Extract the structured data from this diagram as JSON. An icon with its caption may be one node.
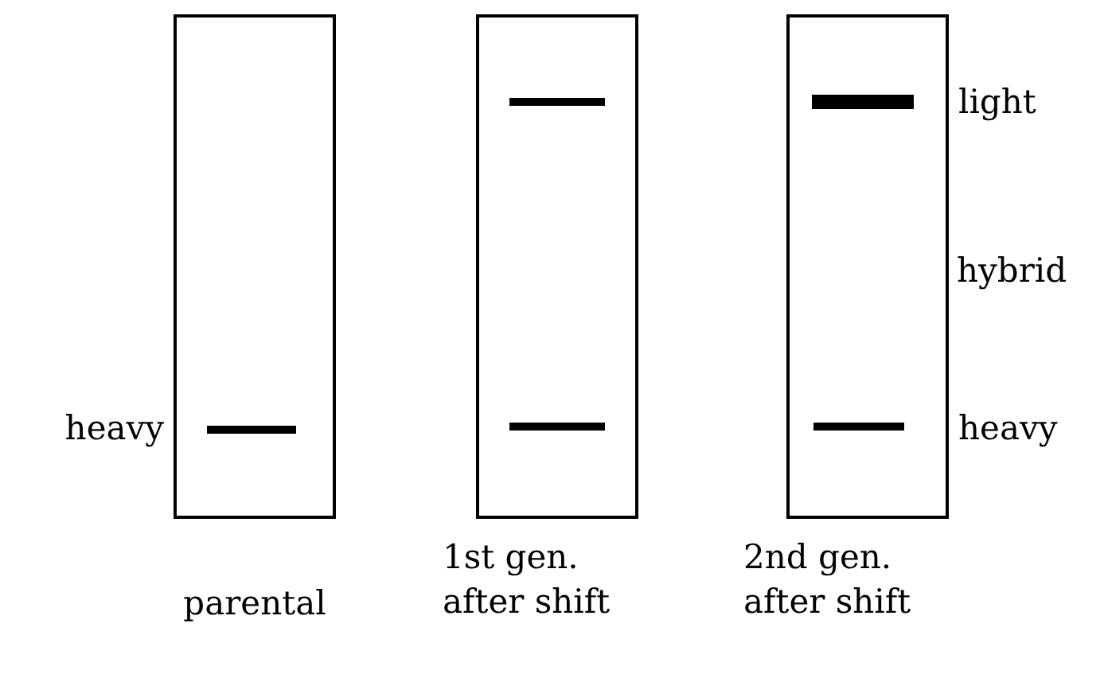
{
  "diagram": {
    "labels": [
      "light",
      "hybrid",
      "heavy",
      "heavy",
      "parental",
      "1st gen. after shift",
      "2nd gen. after shift"
    ]
  }
}
